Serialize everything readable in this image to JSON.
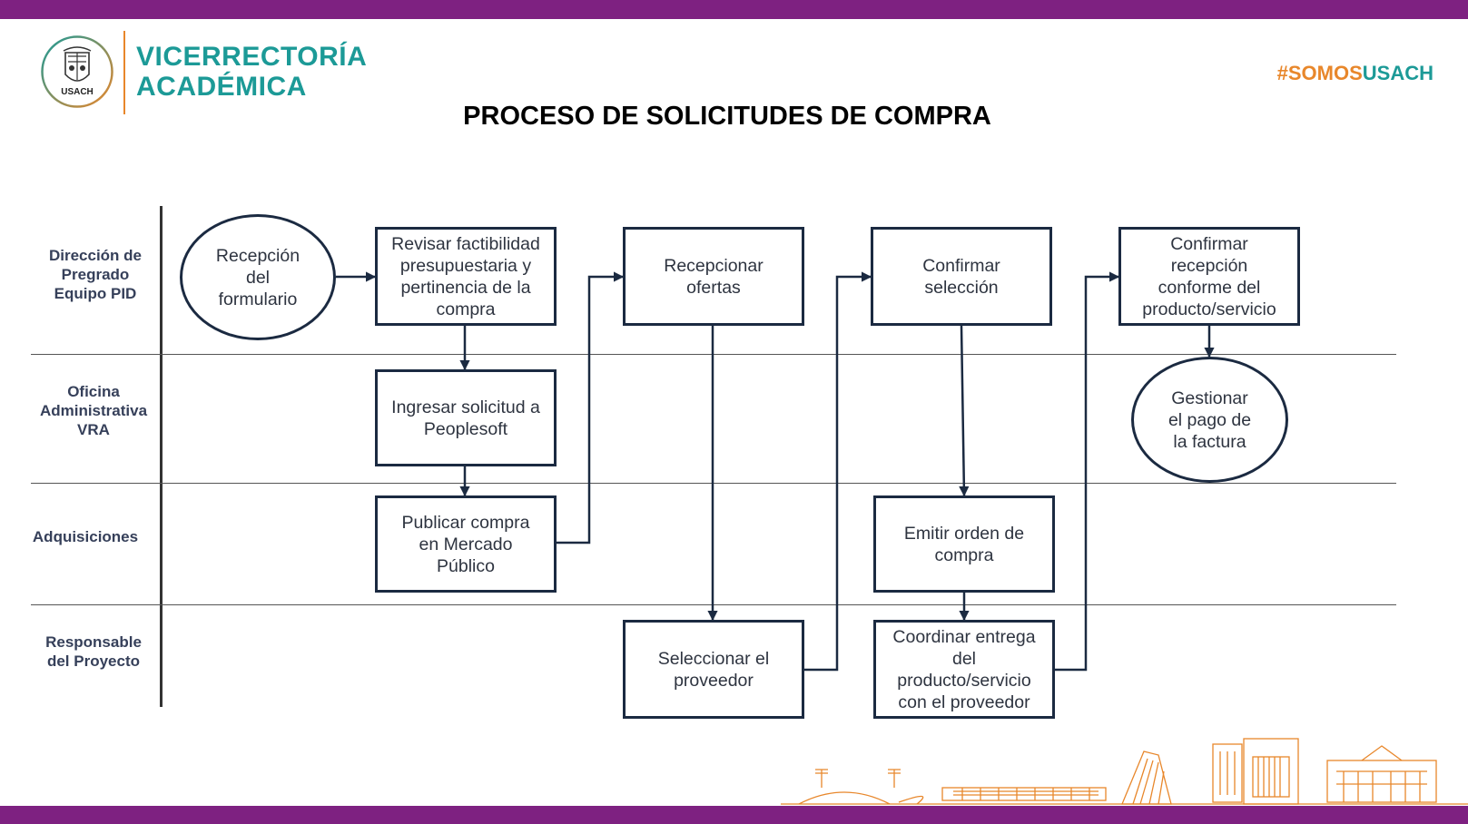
{
  "header": {
    "brand_line1": "VICERRECTORÍA",
    "brand_line2": "ACADÉMICA",
    "logo_text": "USACH",
    "hashtag_a": "#SOMOS",
    "hashtag_b": "USACH",
    "title": "PROCESO DE SOLICITUDES DE COMPRA"
  },
  "colors": {
    "band": "#7e2181",
    "teal": "#1c9a97",
    "orange": "#e8872b",
    "box": "#1b2a41"
  },
  "lanes": [
    {
      "label": "Dirección de\nPregrado\nEquipo PID"
    },
    {
      "label": "Oficina\nAdministrativa\nVRA"
    },
    {
      "label": "Adquisiciones"
    },
    {
      "label": "Responsable\ndel Proyecto"
    }
  ],
  "nodes": {
    "recepcion": "Recepción\ndel\nformulario",
    "revisar": "Revisar factibilidad\npresupuestaria y\npertinencia de la\ncompra",
    "ingresar": "Ingresar solicitud a\nPeoplesoft",
    "publicar": "Publicar compra\nen Mercado\nPúblico",
    "recepcionar": "Recepcionar\nofertas",
    "seleccionar": "Seleccionar el\nproveedor",
    "confirmar_sel": "Confirmar\nselección",
    "emitir": "Emitir orden de\ncompra",
    "coordinar": "Coordinar entrega\ndel\nproducto/servicio\ncon el  proveedor",
    "confirmar_rec": "Confirmar\nrecepción\nconforme del\nproducto/servicio",
    "gestionar": "Gestionar\nel pago de\nla factura"
  }
}
